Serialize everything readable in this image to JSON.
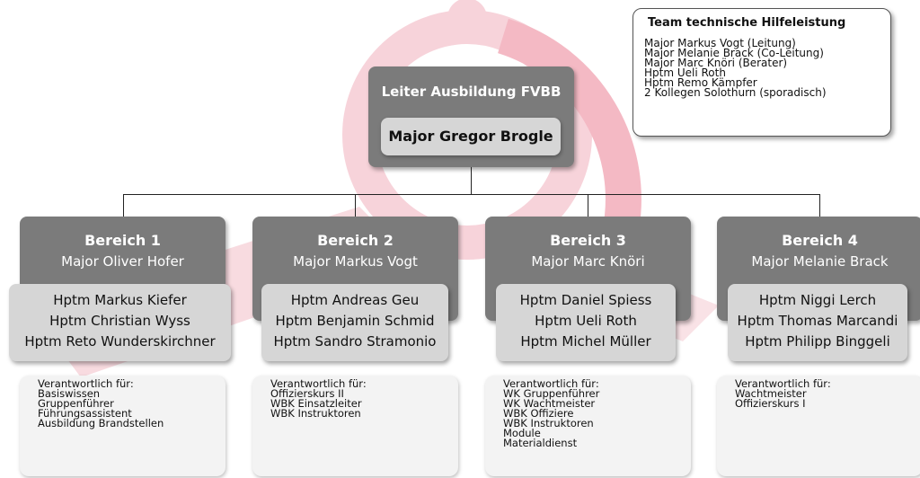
{
  "team": {
    "title": "Team technische Hilfeleistung",
    "members": [
      "Major Markus Vogt (Leitung)",
      "Major Melanie Brack (Co-Leitung)",
      "Major Marc Knöri (Berater)",
      "Hptm Ueli Roth",
      "Hptm Remo Kämpfer",
      "2 Kollegen Solothurn (sporadisch)"
    ]
  },
  "top": {
    "title": "Leiter Ausbildung FVBB",
    "name": "Major Gregor Brogle"
  },
  "sections": [
    {
      "title": "Bereich 1",
      "major": "Major Oliver Hofer",
      "hptm": [
        "Hptm Markus Kiefer",
        "Hptm Christian Wyss",
        "Hptm Reto Wunderskirchner"
      ],
      "resp_label": "Verantwortlich für:",
      "resp": [
        "Basiswissen",
        "Gruppenführer",
        "Führungsassistent",
        "Ausbildung Brandstellen"
      ]
    },
    {
      "title": "Bereich 2",
      "major": "Major Markus Vogt",
      "hptm": [
        "Hptm Andreas Geu",
        "Hptm Benjamin Schmid",
        "Hptm Sandro Stramonio"
      ],
      "resp_label": "Verantwortlich für:",
      "resp": [
        "Offizierskurs II",
        "WBK Einsatzleiter",
        "WBK Instruktoren"
      ]
    },
    {
      "title": "Bereich 3",
      "major": "Major Marc Knöri",
      "hptm": [
        "Hptm Daniel Spiess",
        "Hptm Ueli Roth",
        "Hptm Michel Müller"
      ],
      "resp_label": "Verantwortlich für:",
      "resp": [
        "WK Gruppenführer",
        "WK Wachtmeister",
        "WBK Offiziere",
        "WBK Instruktoren",
        "Module",
        "Materialdienst"
      ]
    },
    {
      "title": "Bereich 4",
      "major": "Major Melanie Brack",
      "hptm": [
        "Hptm Niggi Lerch",
        "Hptm Thomas Marcandi",
        "Hptm Philipp Binggeli"
      ],
      "resp_label": "Verantwortlich für:",
      "resp": [
        "Wachtmeister",
        "Offizierskurs I"
      ]
    }
  ],
  "colors": {
    "node_dark": "#7b7b7b",
    "node_light": "#d6d6d6",
    "resp_bg": "#f3f3f3",
    "logo_accent": "#f2c4cc"
  }
}
